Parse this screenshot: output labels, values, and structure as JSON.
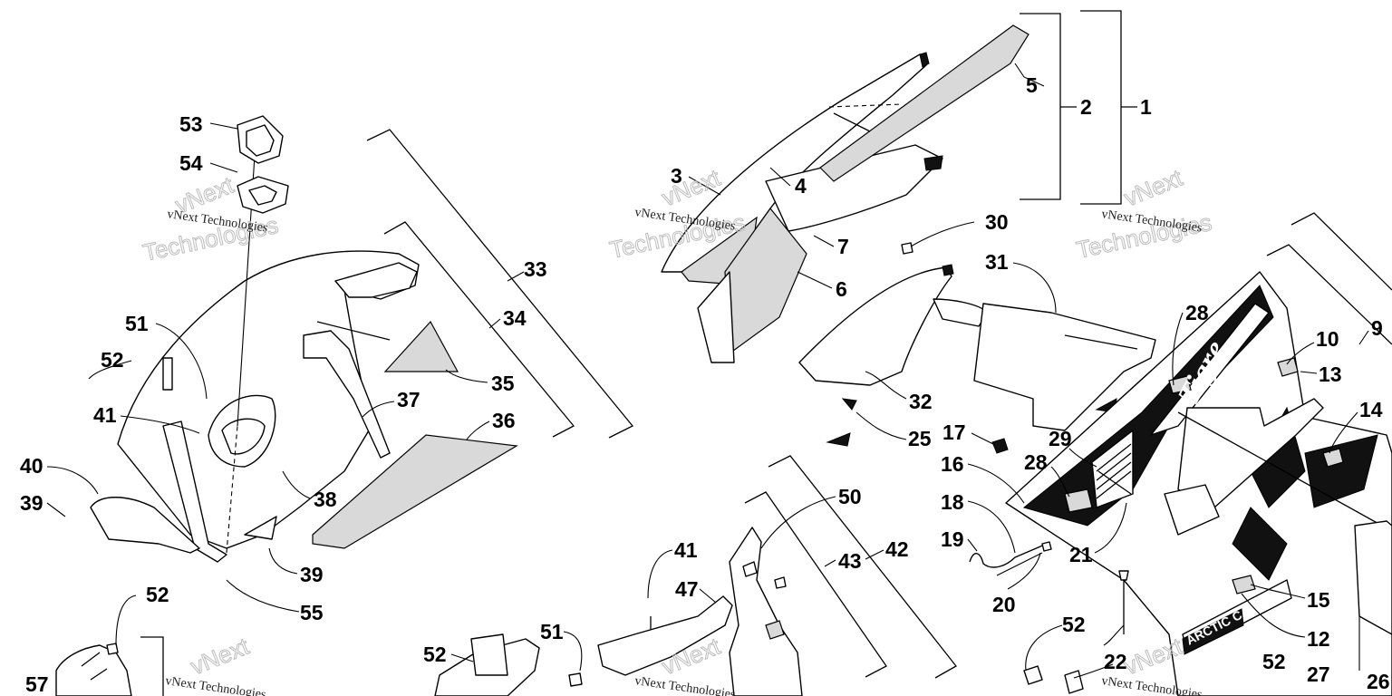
{
  "labels": {
    "l1": "1",
    "l2": "2",
    "l3": "3",
    "l4": "4",
    "l5": "5",
    "l6": "6",
    "l7": "7",
    "l9": "9",
    "l10": "10",
    "l12": "12",
    "l13": "13",
    "l14": "14",
    "l15": "15",
    "l16": "16",
    "l17": "17",
    "l18": "18",
    "l19": "19",
    "l20": "20",
    "l21": "21",
    "l22": "22",
    "l25": "25",
    "l26": "26",
    "l27": "27",
    "l28a": "28",
    "l28b": "28",
    "l29": "29",
    "l30": "30",
    "l31": "31",
    "l32": "32",
    "l33": "33",
    "l34": "34",
    "l35": "35",
    "l36": "36",
    "l37": "37",
    "l38": "38",
    "l39a": "39",
    "l39b": "39",
    "l40": "40",
    "l41a": "41",
    "l41b": "41",
    "l42": "42",
    "l43": "43",
    "l47": "47",
    "l50": "50",
    "l51a": "51",
    "l51b": "51",
    "l52a": "52",
    "l52b": "52",
    "l52c": "52",
    "l52d": "52",
    "l52e": "52",
    "l53": "53",
    "l54": "54",
    "l55": "55",
    "l57": "57"
  },
  "watermark": {
    "line1": "vNext Technologies",
    "line2": "vNext",
    "line3": "Technologies"
  },
  "decals": {
    "brand_script": "Tigre",
    "brand_bottom": "ARCTIC CA"
  }
}
